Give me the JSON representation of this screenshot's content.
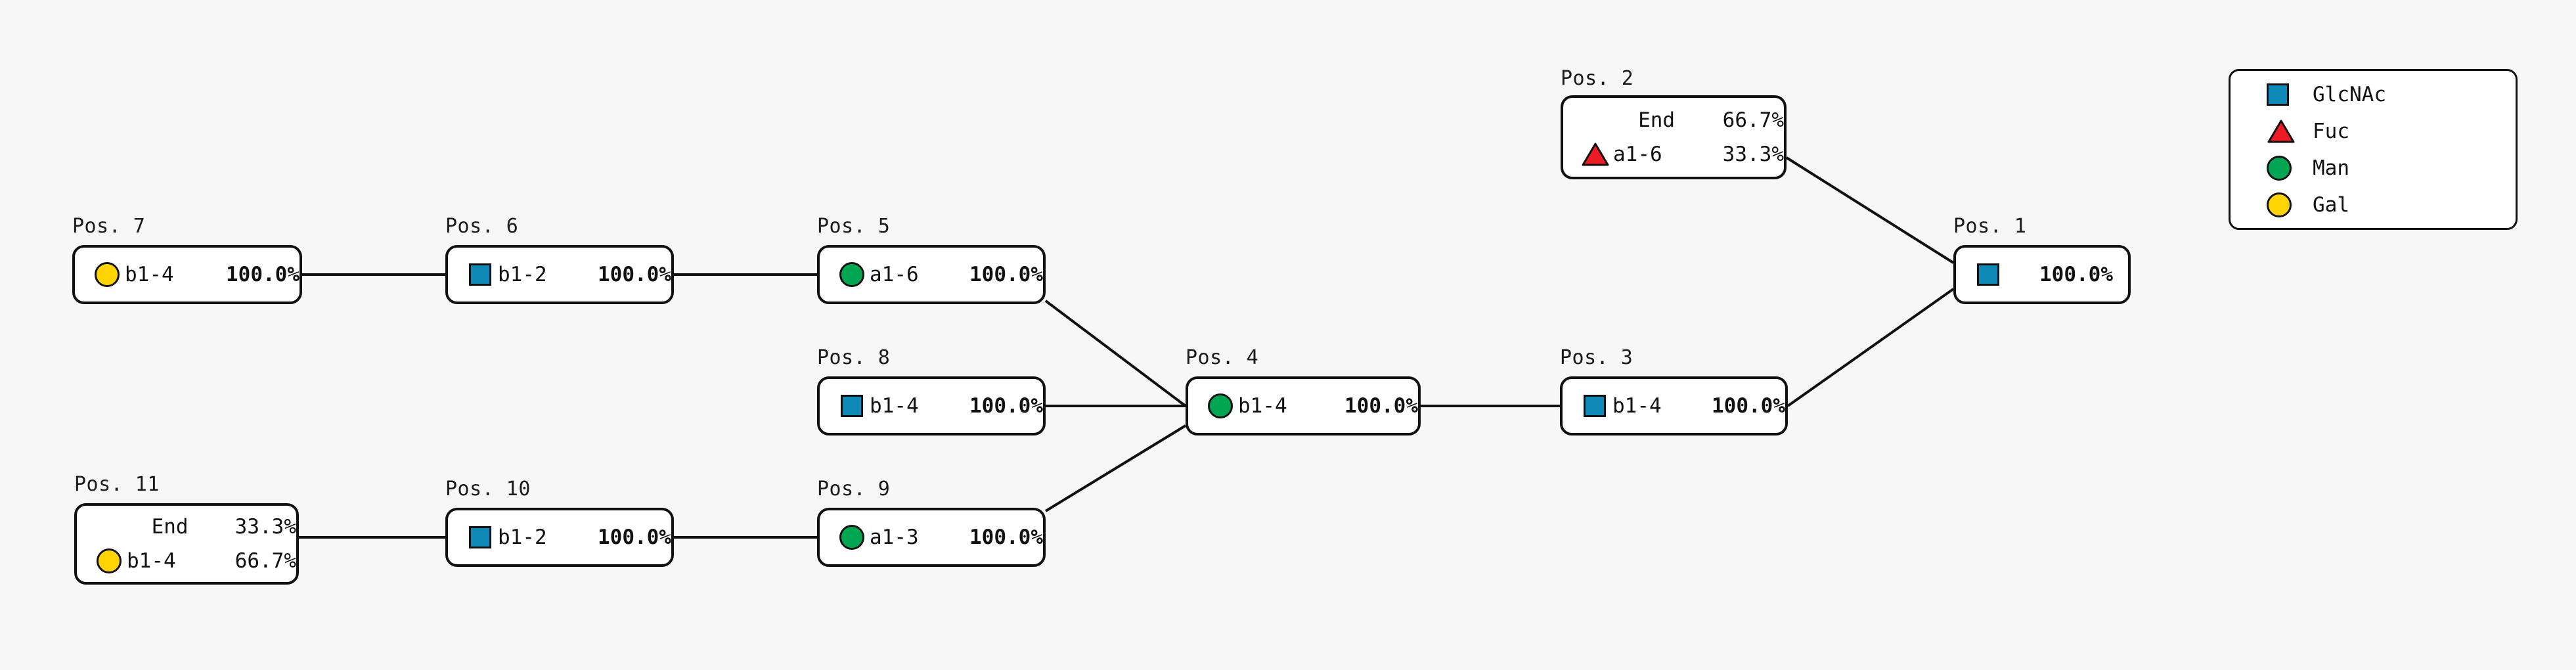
{
  "background_color": "#f7f7f7",
  "diagram": {
    "type": "glycan-tree",
    "nodes": [
      {
        "id": "pos1",
        "label": "Pos. 1",
        "rows": [
          {
            "icon": "glcnac-square-icon",
            "linkage": "",
            "percent": "100.0%",
            "bold": true
          }
        ]
      },
      {
        "id": "pos2",
        "label": "Pos. 2",
        "rows": [
          {
            "icon": "none",
            "linkage": "End",
            "percent": "66.7%",
            "bold": false
          },
          {
            "icon": "fuc-triangle-icon",
            "linkage": "a1-6",
            "percent": "33.3%",
            "bold": false
          }
        ]
      },
      {
        "id": "pos3",
        "label": "Pos. 3",
        "rows": [
          {
            "icon": "glcnac-square-icon",
            "linkage": "b1-4",
            "percent": "100.0%",
            "bold": true
          }
        ]
      },
      {
        "id": "pos4",
        "label": "Pos. 4",
        "rows": [
          {
            "icon": "man-circle-icon",
            "linkage": "b1-4",
            "percent": "100.0%",
            "bold": true
          }
        ]
      },
      {
        "id": "pos5",
        "label": "Pos. 5",
        "rows": [
          {
            "icon": "man-circle-icon",
            "linkage": "a1-6",
            "percent": "100.0%",
            "bold": true
          }
        ]
      },
      {
        "id": "pos6",
        "label": "Pos. 6",
        "rows": [
          {
            "icon": "glcnac-square-icon",
            "linkage": "b1-2",
            "percent": "100.0%",
            "bold": true
          }
        ]
      },
      {
        "id": "pos7",
        "label": "Pos. 7",
        "rows": [
          {
            "icon": "gal-circle-icon",
            "linkage": "b1-4",
            "percent": "100.0%",
            "bold": true
          }
        ]
      },
      {
        "id": "pos8",
        "label": "Pos. 8",
        "rows": [
          {
            "icon": "glcnac-square-icon",
            "linkage": "b1-4",
            "percent": "100.0%",
            "bold": true
          }
        ]
      },
      {
        "id": "pos9",
        "label": "Pos. 9",
        "rows": [
          {
            "icon": "man-circle-icon",
            "linkage": "a1-3",
            "percent": "100.0%",
            "bold": true
          }
        ]
      },
      {
        "id": "pos10",
        "label": "Pos. 10",
        "rows": [
          {
            "icon": "glcnac-square-icon",
            "linkage": "b1-2",
            "percent": "100.0%",
            "bold": true
          }
        ]
      },
      {
        "id": "pos11",
        "label": "Pos. 11",
        "rows": [
          {
            "icon": "none",
            "linkage": "End",
            "percent": "33.3%",
            "bold": false
          },
          {
            "icon": "gal-circle-icon",
            "linkage": "b1-4",
            "percent": "66.7%",
            "bold": false
          }
        ]
      }
    ],
    "edges": [
      {
        "from": "pos7",
        "to": "pos6"
      },
      {
        "from": "pos6",
        "to": "pos5"
      },
      {
        "from": "pos5",
        "to": "pos4"
      },
      {
        "from": "pos8",
        "to": "pos4"
      },
      {
        "from": "pos9",
        "to": "pos4"
      },
      {
        "from": "pos11",
        "to": "pos10"
      },
      {
        "from": "pos10",
        "to": "pos9"
      },
      {
        "from": "pos4",
        "to": "pos3"
      },
      {
        "from": "pos3",
        "to": "pos1"
      },
      {
        "from": "pos2",
        "to": "pos1"
      }
    ]
  },
  "legend": {
    "items": [
      {
        "icon": "glcnac-square-icon",
        "label": "GlcNAc",
        "color": "#0f8ab8",
        "shape": "square"
      },
      {
        "icon": "fuc-triangle-icon",
        "label": "Fuc",
        "color": "#ed1c24",
        "shape": "triangle"
      },
      {
        "icon": "man-circle-icon",
        "label": "Man",
        "color": "#00a651",
        "shape": "circle"
      },
      {
        "icon": "gal-circle-icon",
        "label": "Gal",
        "color": "#ffd400",
        "shape": "circle"
      }
    ]
  }
}
